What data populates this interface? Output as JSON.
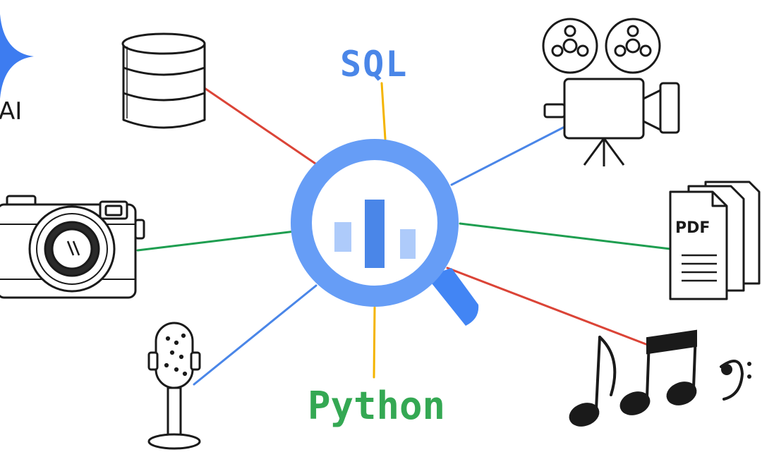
{
  "diagram": {
    "labels": {
      "sql": "SQL",
      "python": "Python",
      "ai": "AI",
      "pdf": "PDF"
    },
    "colors": {
      "sql_text": "#4a86e8",
      "python_text": "#34a853",
      "connector_red": "#db4437",
      "connector_green": "#1e9e50",
      "connector_blue": "#4a86e8",
      "connector_yellow": "#f4b400",
      "lens_ring": "#669df6",
      "lens_handle": "#4285f4",
      "bar_dark": "#4a86e8",
      "bar_light": "#aecbfa",
      "ai_star": "#3d7cf0",
      "sketch_stroke": "#1a1a1a"
    },
    "nodes": [
      {
        "name": "database",
        "icon": "database-icon",
        "connector": "red"
      },
      {
        "name": "camera",
        "icon": "camera-icon",
        "connector": "green"
      },
      {
        "name": "microphone",
        "icon": "microphone-icon",
        "connector": "blue"
      },
      {
        "name": "film-projector",
        "icon": "film-projector-icon",
        "connector": "blue"
      },
      {
        "name": "pdf-documents",
        "icon": "pdf-document-icon",
        "connector": "green"
      },
      {
        "name": "music-notes",
        "icon": "music-notes-icon",
        "connector": "red"
      },
      {
        "name": "sql",
        "icon": "text-label",
        "connector": "yellow"
      },
      {
        "name": "python",
        "icon": "text-label",
        "connector": "yellow"
      }
    ],
    "center": {
      "icon": "magnifier-bar-chart-icon"
    }
  }
}
